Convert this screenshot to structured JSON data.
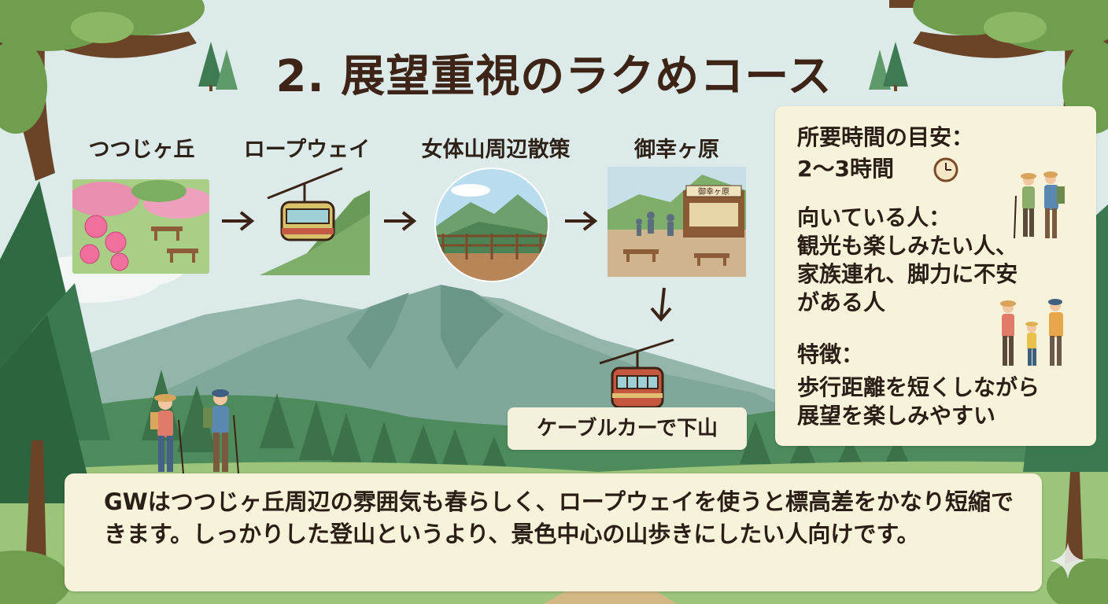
{
  "title": "2. 展望重視のラクめコース",
  "steps": [
    {
      "label": "つつじヶ丘"
    },
    {
      "label": "ロープウェイ"
    },
    {
      "label": "女体山周辺散策"
    },
    {
      "label": "御幸ヶ原"
    }
  ],
  "sign_text": "御幸ヶ原",
  "cable_car_label": "ケーブルカーで下山",
  "info_panel": {
    "time_heading": "所要時間の目安：",
    "time_value": "2〜3時間",
    "audience_heading": "向いている人：",
    "audience_line1": "観光も楽しみたい人、",
    "audience_line2": "家族連れ、脚力に不安",
    "audience_line3": "がある人",
    "feature_heading": "特徴：",
    "feature_line1": "歩行距離を短くしながら",
    "feature_line2": "展望を楽しみやすい"
  },
  "summary_text": "GWはつつじヶ丘周辺の雰囲気も春らしく、ロープウェイを使うと標高差をかなり短縮できます。しっかりした登山というより、景色中心の山歩きにしたい人向けです。",
  "icons": [
    "pine-tree-icon",
    "azalea-icon",
    "ropeway-gondola-icon",
    "viewpoint-icon",
    "rest-area-icon",
    "arrow-right-icon",
    "arrow-down-icon",
    "cable-car-icon",
    "clock-icon",
    "hikers-icon",
    "family-icon",
    "sparkle-icon"
  ],
  "colors": {
    "title": "#3d2416",
    "panel_bg": "#f7f2da",
    "sky": "#dcebea",
    "mountain": "#7fa89a",
    "forest": "#3f7a52",
    "trunk": "#6b4428"
  }
}
